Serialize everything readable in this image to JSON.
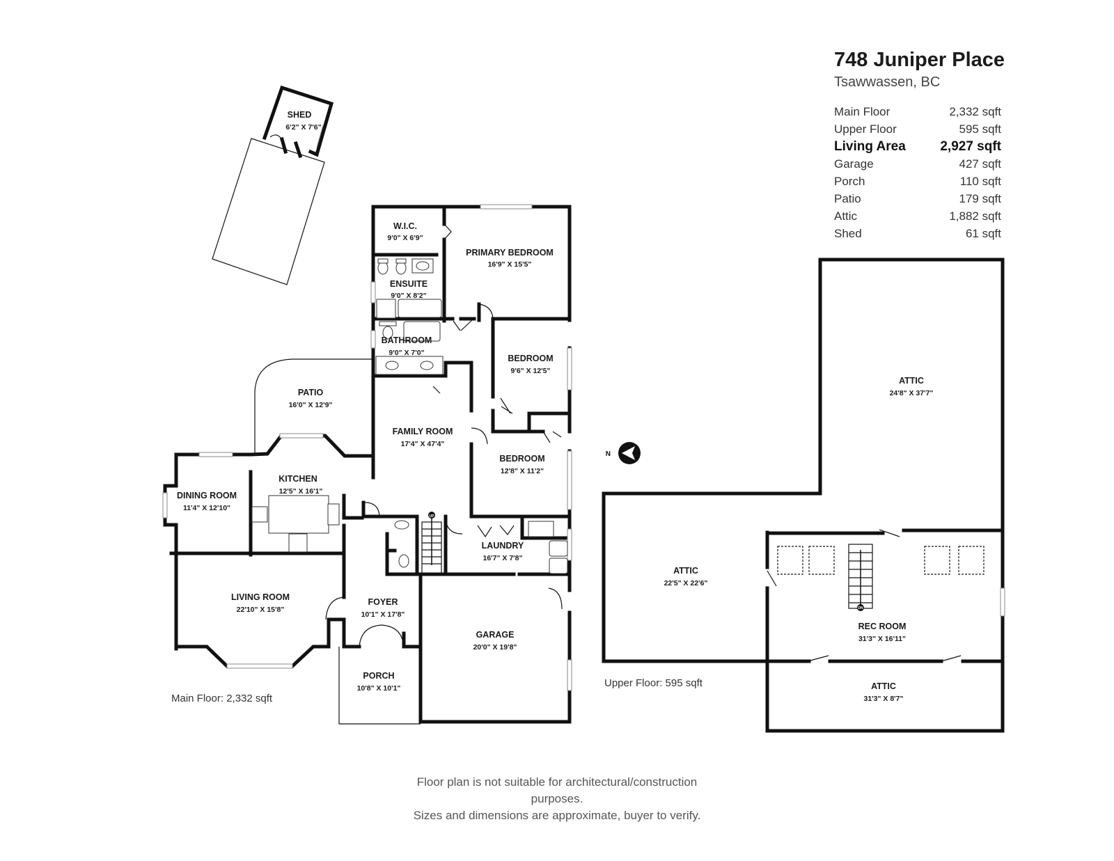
{
  "header": {
    "title": "748 Juniper Place",
    "subtitle": "Tsawwassen, BC"
  },
  "areas": [
    {
      "label": "Main Floor",
      "value": "2,332 sqft",
      "bold": false
    },
    {
      "label": "Upper Floor",
      "value": "595 sqft",
      "bold": false
    },
    {
      "label": "Living Area",
      "value": "2,927 sqft",
      "bold": true
    },
    {
      "label": "Garage",
      "value": "427 sqft",
      "bold": false
    },
    {
      "label": "Porch",
      "value": "110 sqft",
      "bold": false
    },
    {
      "label": "Patio",
      "value": "179 sqft",
      "bold": false
    },
    {
      "label": "Attic",
      "value": "1,882 sqft",
      "bold": false
    },
    {
      "label": "Shed",
      "value": "61 sqft",
      "bold": false
    }
  ],
  "main_floor": {
    "caption": "Main Floor: 2,332 sqft",
    "rooms": {
      "shed": {
        "name": "SHED",
        "dims": "6'2\" X 7'6\""
      },
      "wic": {
        "name": "W.I.C.",
        "dims": "9'0\" X 6'9\""
      },
      "primary": {
        "name": "PRIMARY BEDROOM",
        "dims": "16'9\" X 15'5\""
      },
      "ensuite": {
        "name": "ENSUITE",
        "dims": "9'0\" X 8'2\""
      },
      "bathroom": {
        "name": "BATHROOM",
        "dims": "9'0\" X 7'0\""
      },
      "bedroom1": {
        "name": "BEDROOM",
        "dims": "9'6\" X 12'5\""
      },
      "patio": {
        "name": "PATIO",
        "dims": "16'0\" X 12'9\""
      },
      "family": {
        "name": "FAMILY ROOM",
        "dims": "17'4\" X 47'4\""
      },
      "bedroom2": {
        "name": "BEDROOM",
        "dims": "12'8\" X 11'2\""
      },
      "kitchen": {
        "name": "KITCHEN",
        "dims": "12'5\" X 16'1\""
      },
      "dining": {
        "name": "DINING ROOM",
        "dims": "11'4\" X 12'10\""
      },
      "laundry": {
        "name": "LAUNDRY",
        "dims": "16'7\" X 7'8\""
      },
      "living": {
        "name": "LIVING ROOM",
        "dims": "22'10\" X 15'8\""
      },
      "foyer": {
        "name": "FOYER",
        "dims": "10'1\" X 17'8\""
      },
      "garage": {
        "name": "GARAGE",
        "dims": "20'0\" X 19'8\""
      },
      "porch": {
        "name": "PORCH",
        "dims": "10'8\" X 10'1\""
      }
    }
  },
  "upper_floor": {
    "caption": "Upper Floor: 595 sqft",
    "rooms": {
      "attic_big": {
        "name": "ATTIC",
        "dims": "24'8\" X 37'7\""
      },
      "attic_left": {
        "name": "ATTIC",
        "dims": "22'5\" X 22'6\""
      },
      "rec": {
        "name": "REC ROOM",
        "dims": "31'3\" X 16'11\""
      },
      "attic_bottom": {
        "name": "ATTIC",
        "dims": "31'3\" X 8'7\""
      }
    }
  },
  "north": {
    "label": "N",
    "icon": "north-arrow-icon"
  },
  "stairs": {
    "up": "UP",
    "down": "DN"
  },
  "disclaimer": {
    "line1": "Floor plan is not suitable for architectural/construction purposes.",
    "line2": "Sizes and dimensions are approximate, buyer to verify."
  }
}
